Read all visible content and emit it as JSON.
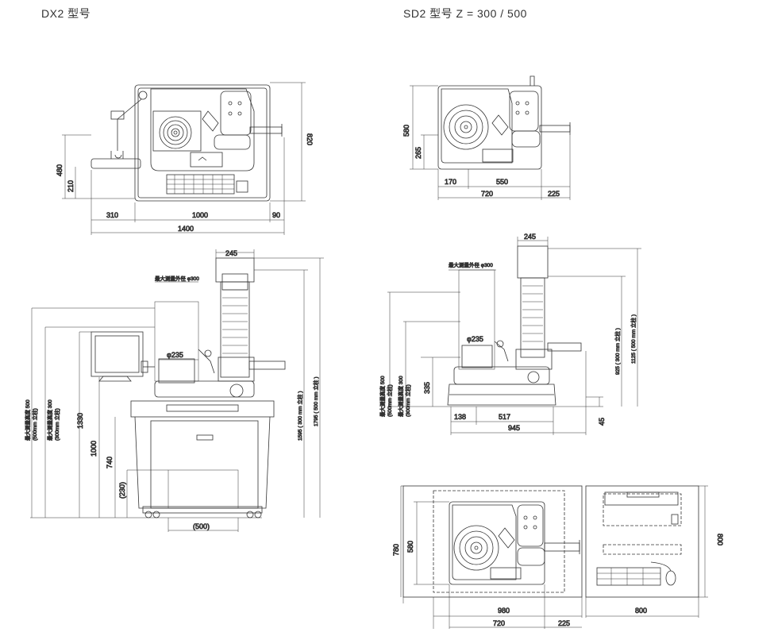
{
  "titles": {
    "dx2": "DX2 型号",
    "sd2": "SD2 型号 Z = 300 / 500"
  },
  "dx2_top": {
    "d480": "480",
    "d210": "210",
    "d820": "820",
    "d310": "310",
    "d1000": "1000",
    "d90": "90",
    "d1400": "1400"
  },
  "dx2_front": {
    "d245": "245",
    "dia300": "最大测量外径 φ300",
    "dia235": "φ235",
    "d1330": "1330",
    "d1000": "1000",
    "d740": "740",
    "d230": "(230)",
    "d500": "(500)",
    "v500_a": "最大测量高度 500",
    "v500_b": "(500mm 立柱)",
    "v300_a": "最大测量高度 300",
    "v300_b": "(300mm 立柱)",
    "h1595": "1595 ( 300 mm 立柱 )",
    "h1795": "1795 ( 500 mm 立柱 )"
  },
  "sd2_top": {
    "d580": "580",
    "d265": "265",
    "d170": "170",
    "d550": "550",
    "d720": "720",
    "d225": "225"
  },
  "sd2_front": {
    "d245": "245",
    "dia300": "最大测量外径 φ300",
    "dia235": "φ235",
    "d335": "335",
    "d138": "138",
    "d517": "517",
    "d945": "945",
    "d45": "45",
    "v500_a": "最大测量高度 500",
    "v500_b": "(500mm 立柱)",
    "v300_a": "最大测量高度 300",
    "v300_b": "(300mm 立柱)",
    "h925": "925 ( 300 mm 立柱 )",
    "h1125": "1125 ( 500 mm 立柱 )"
  },
  "sd2_floor": {
    "d780": "780",
    "d580": "580",
    "d980": "980",
    "d720": "720",
    "d225": "225",
    "d800": "800",
    "d800b": "800"
  }
}
